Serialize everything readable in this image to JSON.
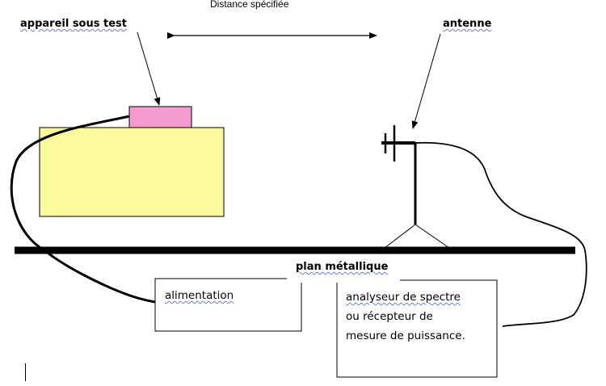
{
  "labels": {
    "distance": "Distance spécifiée",
    "device_under_test": "appareil sous test",
    "antenna": "antenne",
    "metal_plane": "plan métallique",
    "power_supply": "alimentation",
    "analyzer_lines": [
      "analyseur de spectre",
      "ou récepteur de",
      "mesure de puissance."
    ]
  },
  "colors": {
    "device_body": "#fafa9c",
    "device_top": "#f59bd0",
    "line": "#000000",
    "squiggle": "#6b7fd1"
  }
}
